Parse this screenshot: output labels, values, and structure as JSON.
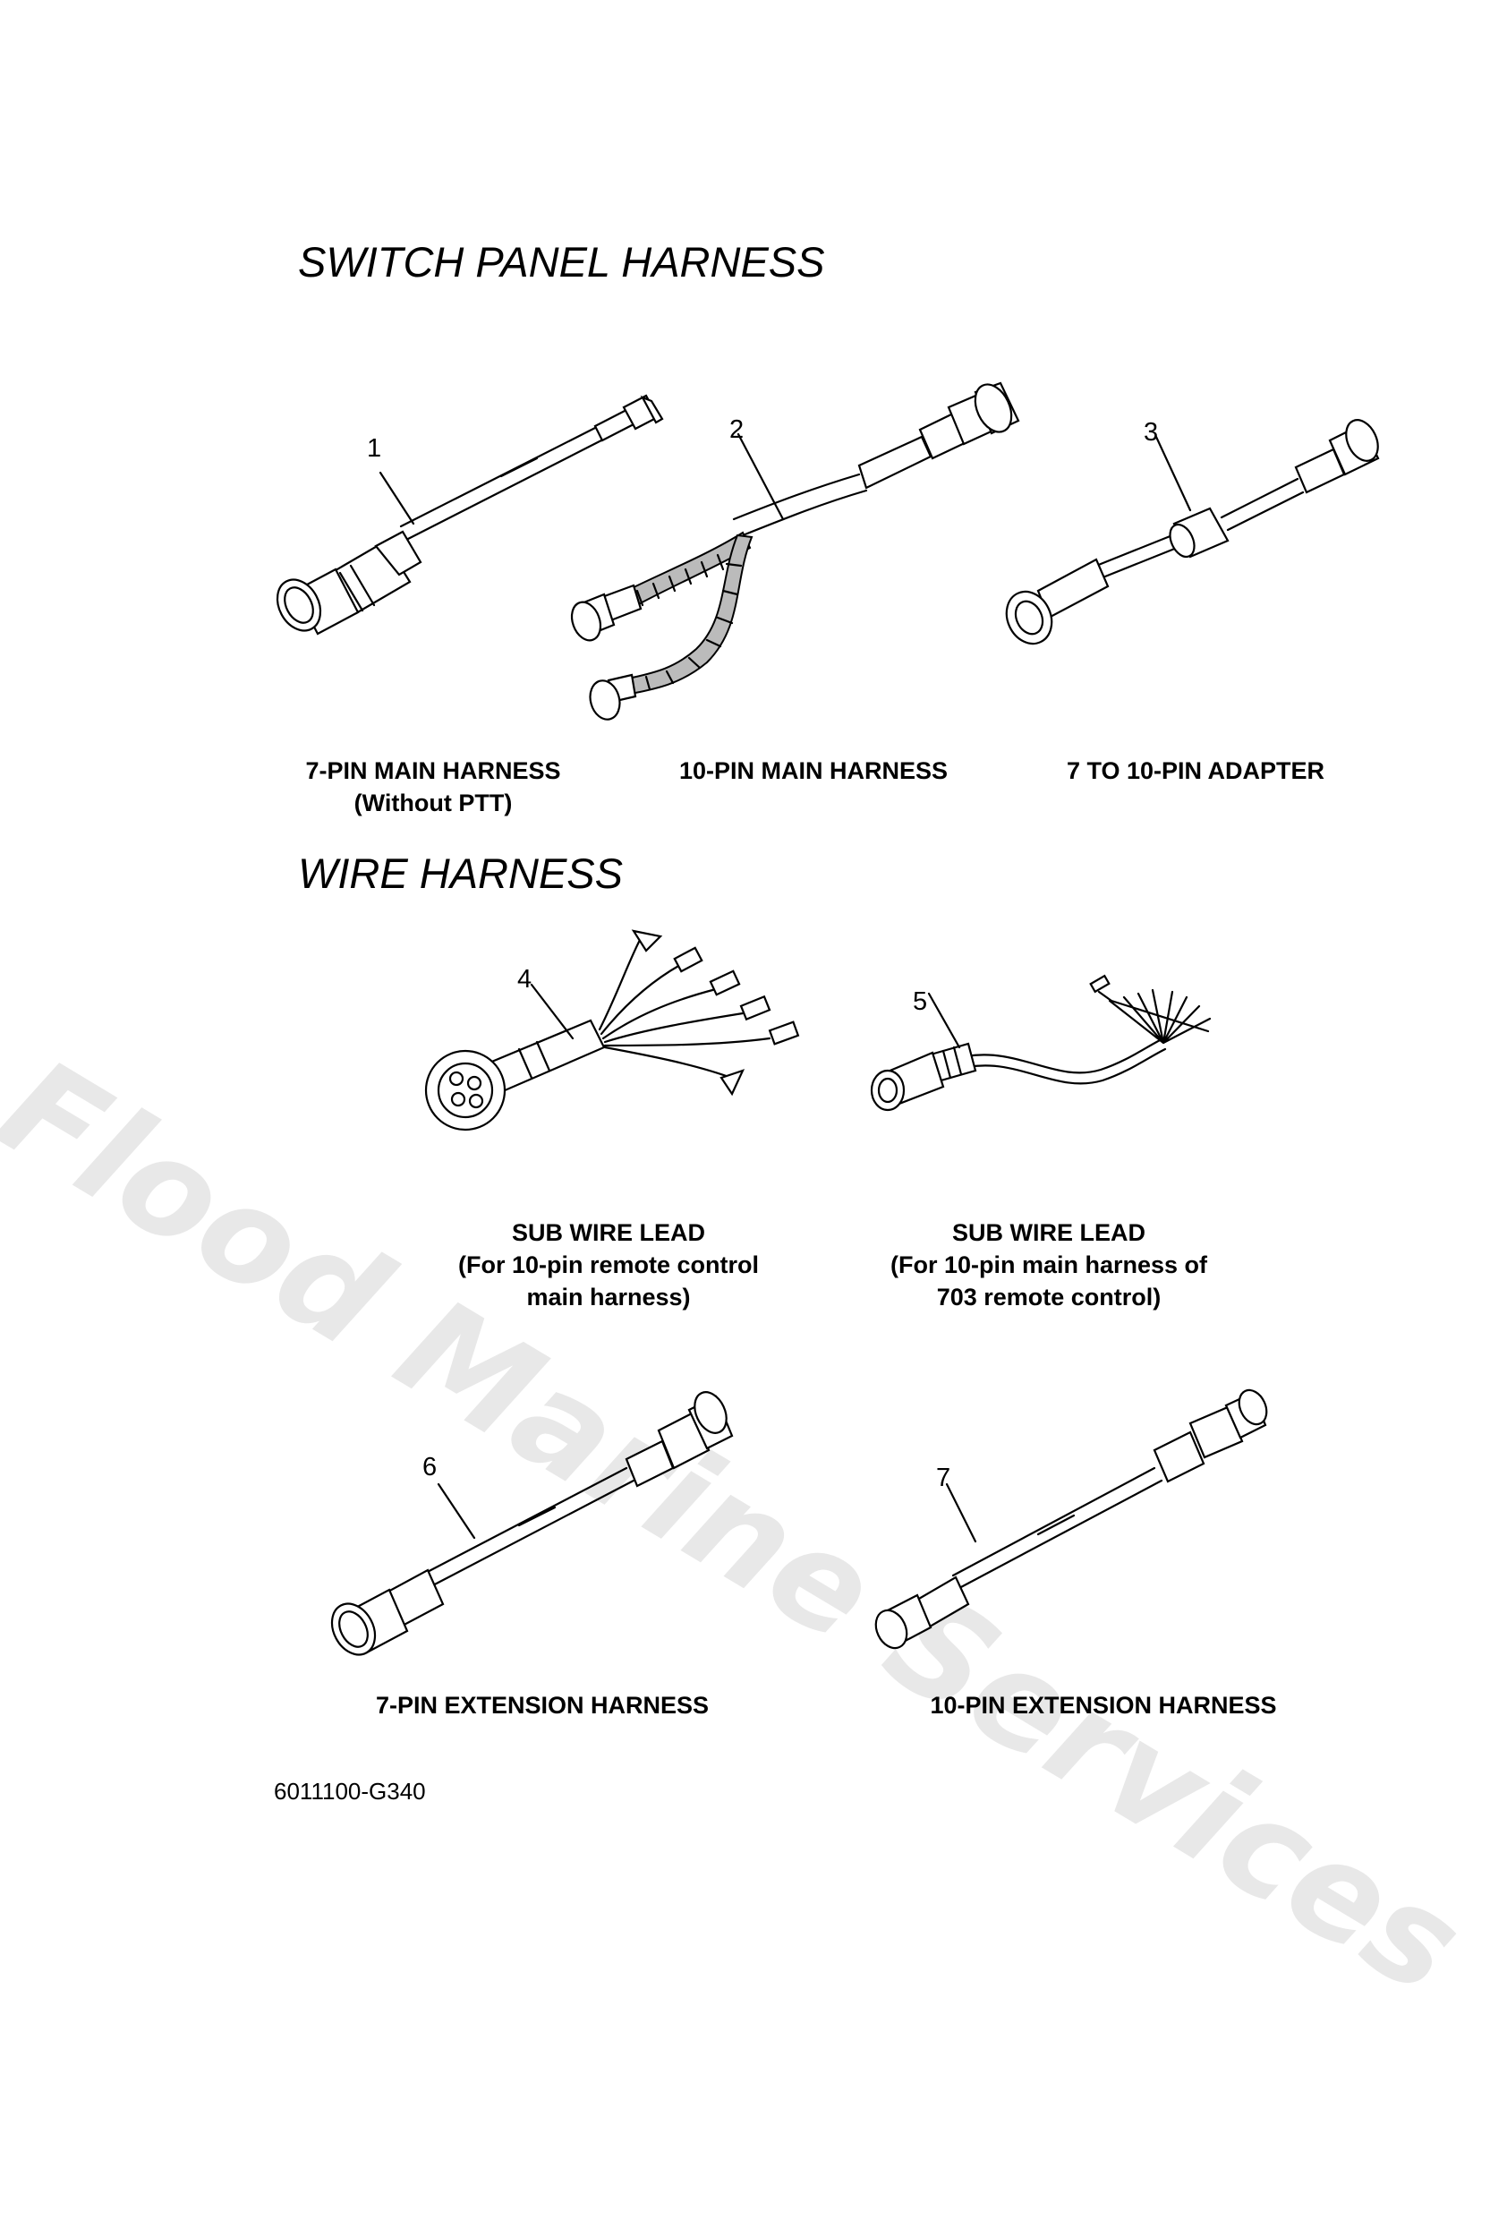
{
  "headings": {
    "switch_panel": "SWITCH PANEL HARNESS",
    "wire_harness": "WIRE HARNESS"
  },
  "parts": [
    {
      "number": "1",
      "caption_line1": "7-PIN MAIN HARNESS",
      "caption_line2": "(Without PTT)",
      "caption_line3": ""
    },
    {
      "number": "2",
      "caption_line1": "10-PIN MAIN HARNESS",
      "caption_line2": "",
      "caption_line3": ""
    },
    {
      "number": "3",
      "caption_line1": "7 TO 10-PIN ADAPTER",
      "caption_line2": "",
      "caption_line3": ""
    },
    {
      "number": "4",
      "caption_line1": "SUB WIRE LEAD",
      "caption_line2": "(For 10-pin remote control",
      "caption_line3": "main harness)"
    },
    {
      "number": "5",
      "caption_line1": "SUB WIRE LEAD",
      "caption_line2": "(For 10-pin main harness of",
      "caption_line3": "703 remote control)"
    },
    {
      "number": "6",
      "caption_line1": "7-PIN EXTENSION HARNESS",
      "caption_line2": "",
      "caption_line3": ""
    },
    {
      "number": "7",
      "caption_line1": "10-PIN EXTENSION HARNESS",
      "caption_line2": "",
      "caption_line3": ""
    }
  ],
  "figure_code": "6011100-G340",
  "watermark": "Flood Marine Services"
}
